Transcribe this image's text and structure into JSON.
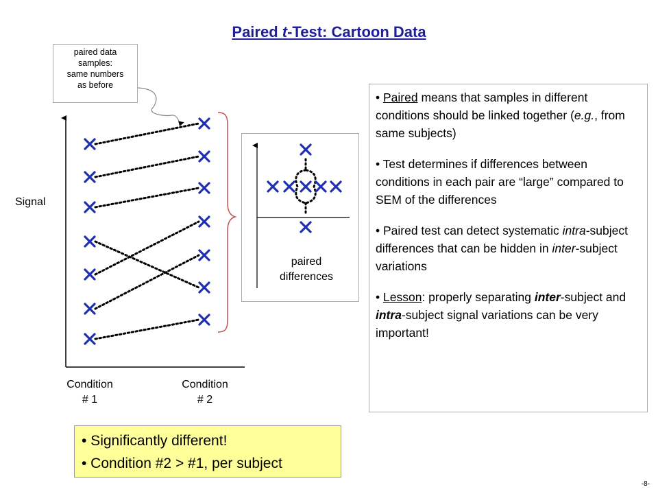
{
  "title": {
    "prefix": "Paired ",
    "t": "t",
    "suffix": "-Test: Cartoon Data"
  },
  "callout": {
    "lines": [
      "paired data",
      "samples:",
      "same numbers",
      "as before"
    ]
  },
  "signal_label": "Signal",
  "condition1": {
    "line1": "Condition",
    "line2": "# 1"
  },
  "condition2": {
    "line1": "Condition",
    "line2": "# 2"
  },
  "paired_differences": {
    "line1": "paired",
    "line2": "differences"
  },
  "bullets": {
    "b1": {
      "bullet": "• ",
      "u": "Paired",
      "t1": " means that samples in different conditions should be linked together (",
      "i": "e.g.",
      "t2": ", from same subjects)"
    },
    "b2": {
      "text": "• Test determines if differences between conditions in each pair are “large” compared to SEM of the differences"
    },
    "b3": {
      "t1": "• Paired test can detect systematic ",
      "i1": "intra",
      "t2": "-subject differences that can be hidden in ",
      "i2": "inter",
      "t3": "-subject variations"
    },
    "b4": {
      "bullet": "• ",
      "u": "Lesson",
      "t1": ": properly separating ",
      "bi1": "inter",
      "t2": "-subject and ",
      "bi2": "intra",
      "t3": "-subject signal variations can be very important!"
    }
  },
  "summary": {
    "line1": "• Significantly different!",
    "line2": "• Condition #2 > #1, per subject"
  },
  "page_number": "-8-",
  "colors": {
    "title": "#1f1f9e",
    "marker": "#1f2fb4",
    "brace": "#c0504d",
    "highlight": "#ffff99"
  },
  "chart_data": {
    "type": "scatter",
    "condition1_y": [
      210,
      258,
      302,
      352,
      400,
      450,
      494
    ],
    "condition2_y": [
      180,
      228,
      274,
      323,
      372,
      419,
      466
    ],
    "pairs": [
      [
        0,
        0
      ],
      [
        1,
        1
      ],
      [
        2,
        2
      ],
      [
        3,
        5
      ],
      [
        4,
        3
      ],
      [
        5,
        4
      ],
      [
        6,
        6
      ]
    ],
    "differences_x": [
      398,
      422,
      446,
      468,
      490
    ]
  }
}
